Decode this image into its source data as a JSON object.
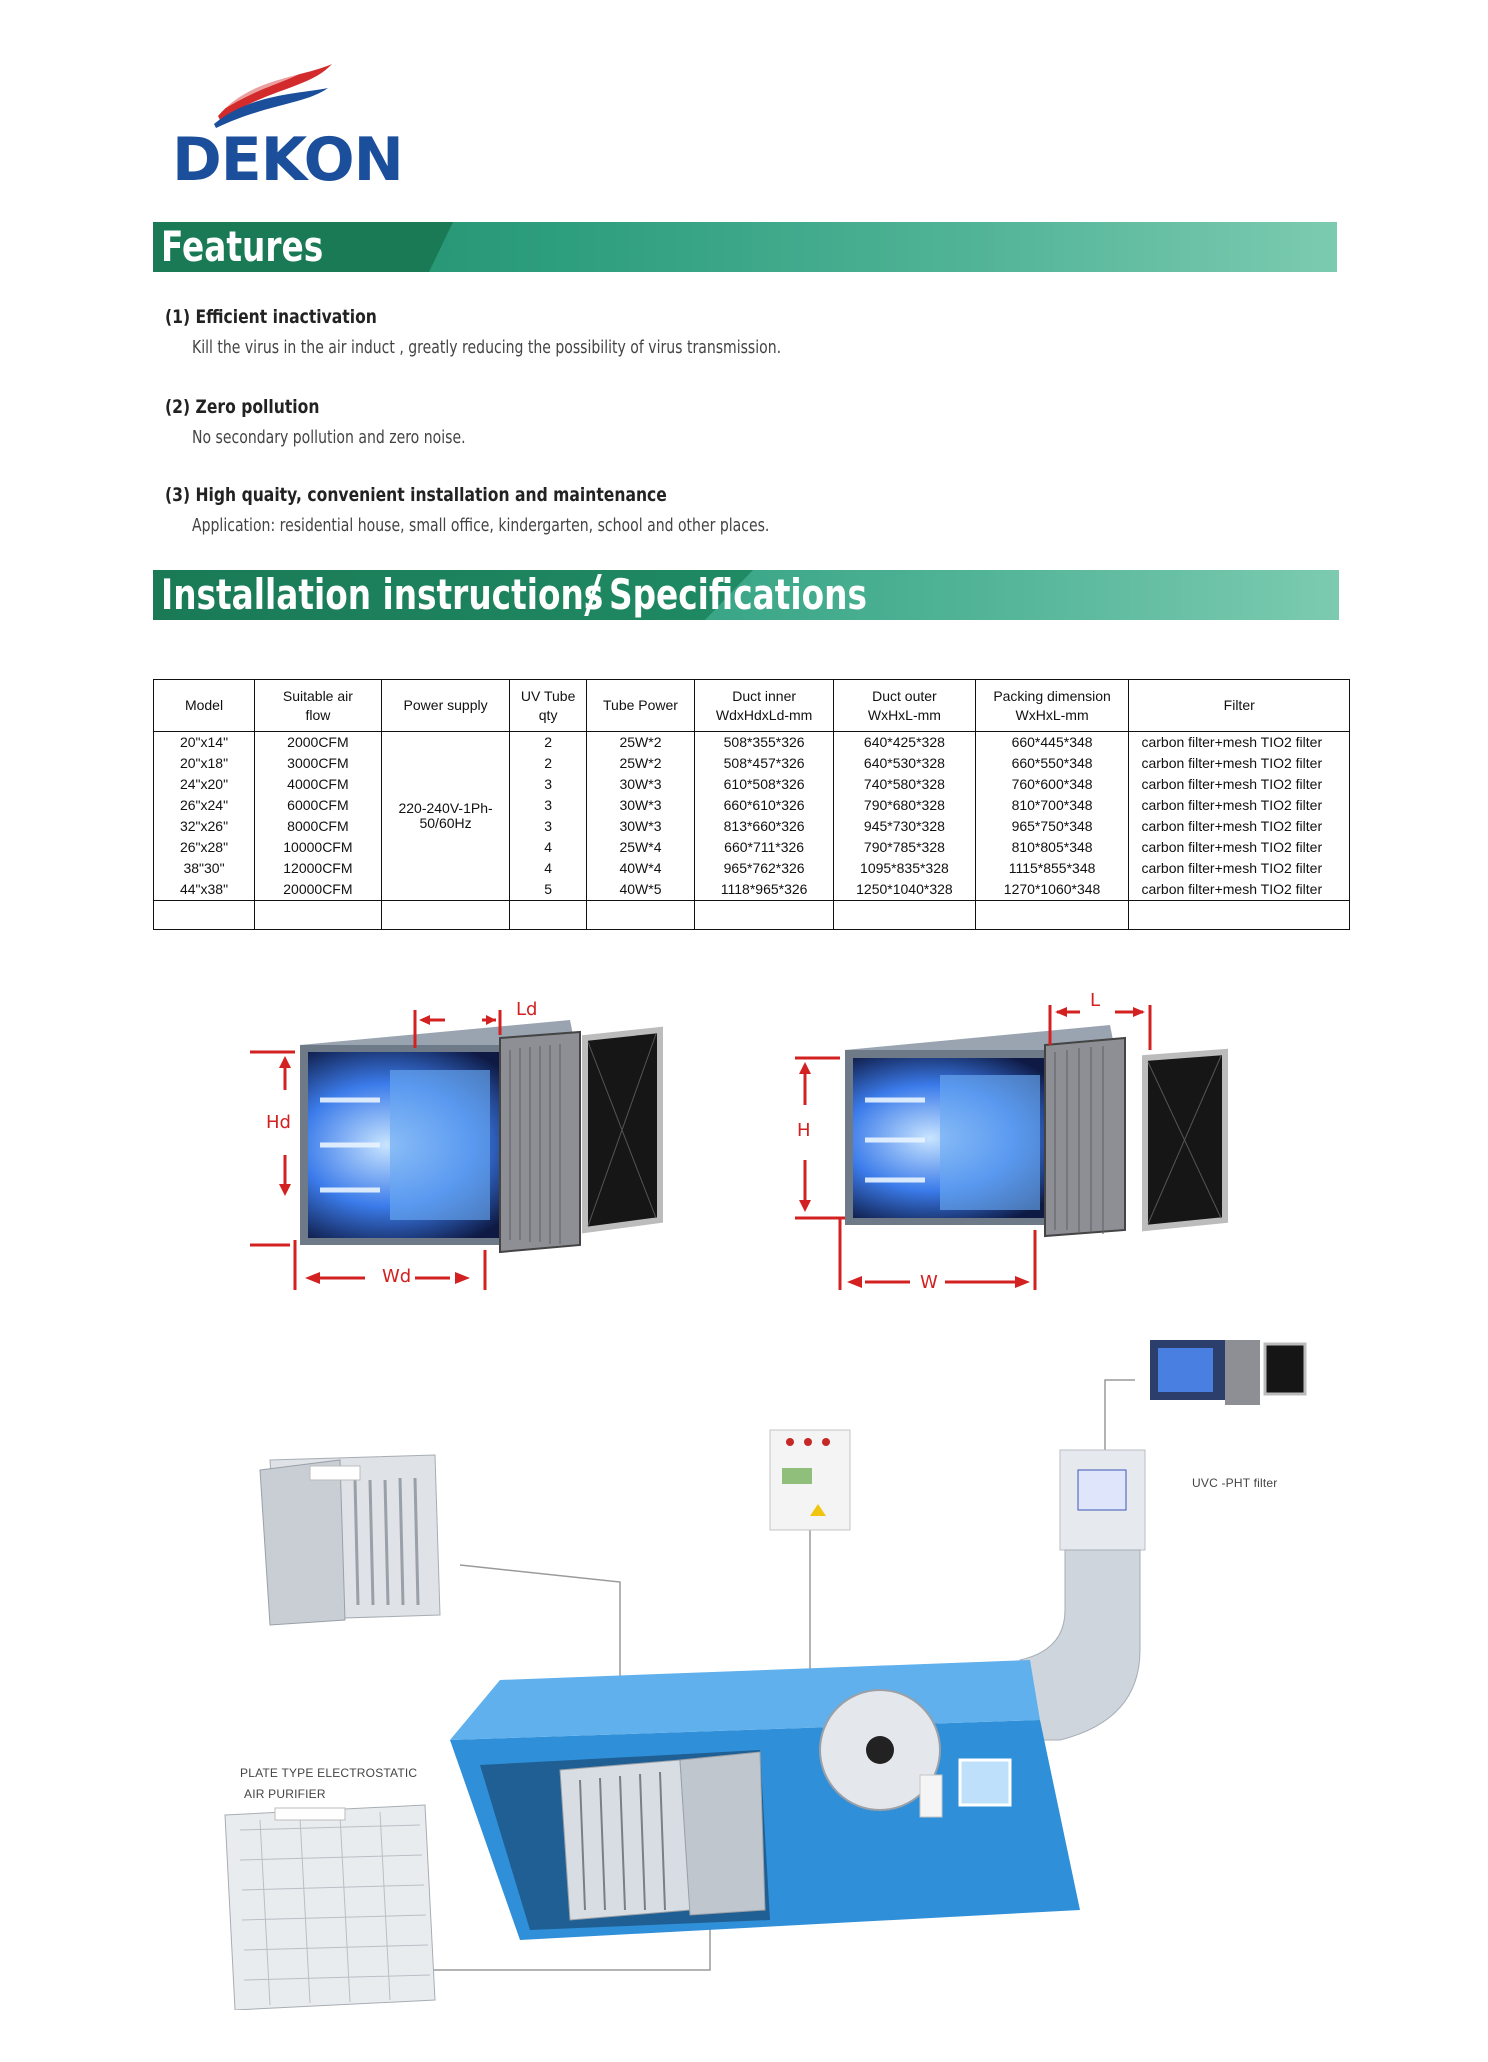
{
  "brand": {
    "name": "DEKON",
    "color_primary": "#1b4f9c",
    "swoosh_red": "#d32b2b"
  },
  "features_section": {
    "title": "Features",
    "items": [
      {
        "number": "(1)",
        "title": "Efficient inactivation",
        "desc": "Kill the virus in the air induct , greatly reducing the possibility of virus transmission."
      },
      {
        "number": "(2)",
        "title": "Zero pollution",
        "desc": "No secondary pollution and zero noise."
      },
      {
        "number": "(3)",
        "title": "High quaity, convenient installation and maintenance",
        "desc": "Application: residential house, small office, kindergarten, school and other places."
      }
    ]
  },
  "install_section": {
    "title": "Installation instructions",
    "subtitle": "Specifications"
  },
  "table": {
    "headers": [
      [
        "Model"
      ],
      [
        "Suitable air",
        "flow"
      ],
      [
        "Power supply"
      ],
      [
        "UV Tube",
        "qty"
      ],
      [
        "Tube Power"
      ],
      [
        "Duct inner",
        "WdxHdxLd-mm"
      ],
      [
        "Duct outer",
        "WxHxL-mm"
      ],
      [
        "Packing  dimension",
        "WxHxL-mm"
      ],
      [
        "Filter"
      ]
    ],
    "power_supply": [
      "220-240V-1Ph-",
      "50/60Hz"
    ],
    "rows": [
      [
        "20\"x14\"",
        "2000CFM",
        "2",
        "25W*2",
        "508*355*326",
        "640*425*328",
        "660*445*348",
        "carbon filter+mesh TIO2 filter"
      ],
      [
        "20\"x18\"",
        "3000CFM",
        "2",
        "25W*2",
        "508*457*326",
        "640*530*328",
        "660*550*348",
        "carbon filter+mesh TIO2 filter"
      ],
      [
        "24\"x20\"",
        "4000CFM",
        "3",
        "30W*3",
        "610*508*326",
        "740*580*328",
        "760*600*348",
        "carbon filter+mesh TIO2 filter"
      ],
      [
        "26\"x24\"",
        "6000CFM",
        "3",
        "30W*3",
        "660*610*326",
        "790*680*328",
        "810*700*348",
        "carbon filter+mesh TIO2 filter"
      ],
      [
        "32\"x26\"",
        "8000CFM",
        "3",
        "30W*3",
        "813*660*326",
        "945*730*328",
        "965*750*348",
        "carbon filter+mesh TIO2 filter"
      ],
      [
        "26\"x28\"",
        "10000CFM",
        "4",
        "25W*4",
        "660*711*326",
        "790*785*328",
        "810*805*348",
        "carbon filter+mesh TIO2 filter"
      ],
      [
        "38\"30\"",
        "12000CFM",
        "4",
        "40W*4",
        "965*762*326",
        "1095*835*328",
        "1115*855*348",
        "carbon filter+mesh TIO2 filter"
      ],
      [
        "44\"x38\"",
        "20000CFM",
        "5",
        "40W*5",
        "1118*965*326",
        "1250*1040*328",
        "1270*1060*348",
        "carbon filter+mesh TIO2 filter"
      ]
    ]
  },
  "diagram_inner": {
    "labels": {
      "length": "Ld",
      "height": "Hd",
      "width": "Wd"
    }
  },
  "diagram_outer": {
    "labels": {
      "length": "L",
      "height": "H",
      "width": "W"
    }
  },
  "system": {
    "uvc_caption": "UVC -PHT filter",
    "purifier_caption_line1": "PLATE TYPE ELECTROSTATIC",
    "purifier_caption_line2": "AIR PURIFIER"
  },
  "colors": {
    "banner_dark": "#1a7a56",
    "banner_light": "#7ccbb0",
    "dimension_red": "#d32020",
    "ahu_blue": "#2f8fd8"
  }
}
